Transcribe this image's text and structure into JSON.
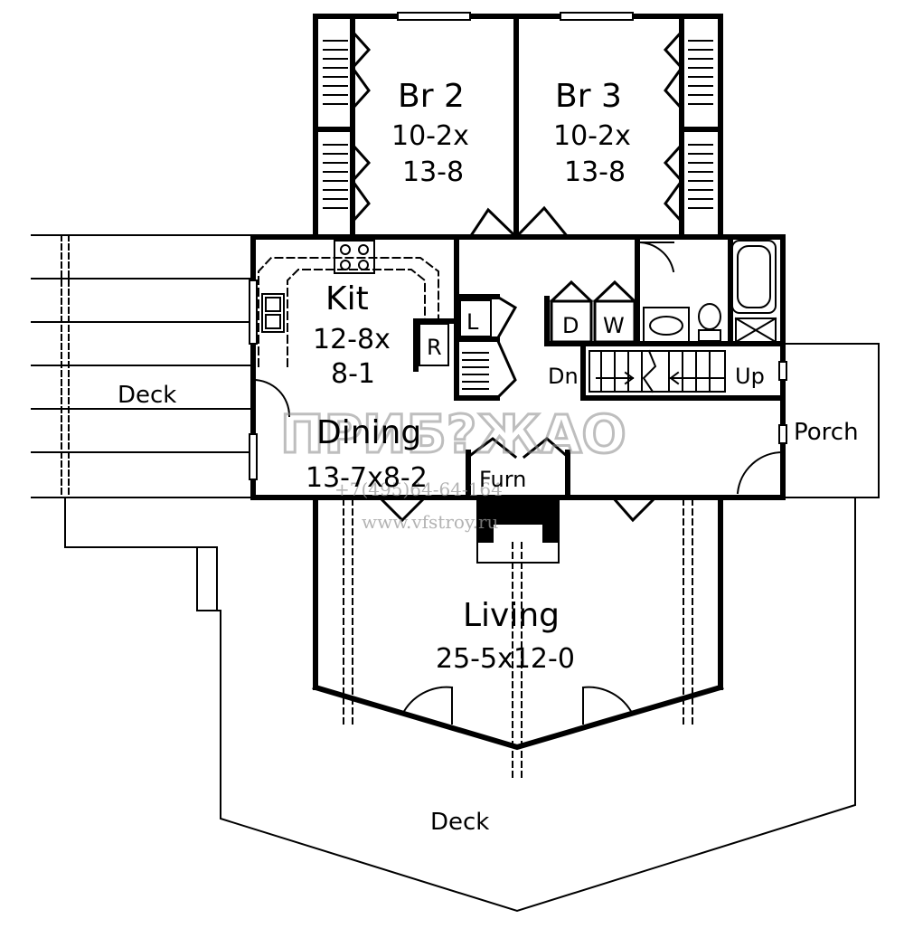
{
  "rooms": {
    "br2": {
      "name": "Br 2",
      "dim1": "10-2x",
      "dim2": "13-8"
    },
    "br3": {
      "name": "Br 3",
      "dim1": "10-2x",
      "dim2": "13-8"
    },
    "kit": {
      "name": "Kit",
      "dim1": "12-8x",
      "dim2": "8-1"
    },
    "dining": {
      "name": "Dining",
      "dim": "13-7x8-2"
    },
    "living": {
      "name": "Living",
      "dim": "25-5x12-0"
    }
  },
  "labels": {
    "deck_left": "Deck",
    "deck_bottom": "Deck",
    "porch": "Porch",
    "furn": "Furn",
    "dn": "Dn",
    "up": "Up",
    "laundry": "L",
    "refrigerator": "R",
    "dryer": "D",
    "washer": "W"
  },
  "watermark": {
    "brand": "ПРИБ?ЖАО",
    "phone": "+7(495)64-64-164",
    "site": "www.vfstroy.ru"
  }
}
